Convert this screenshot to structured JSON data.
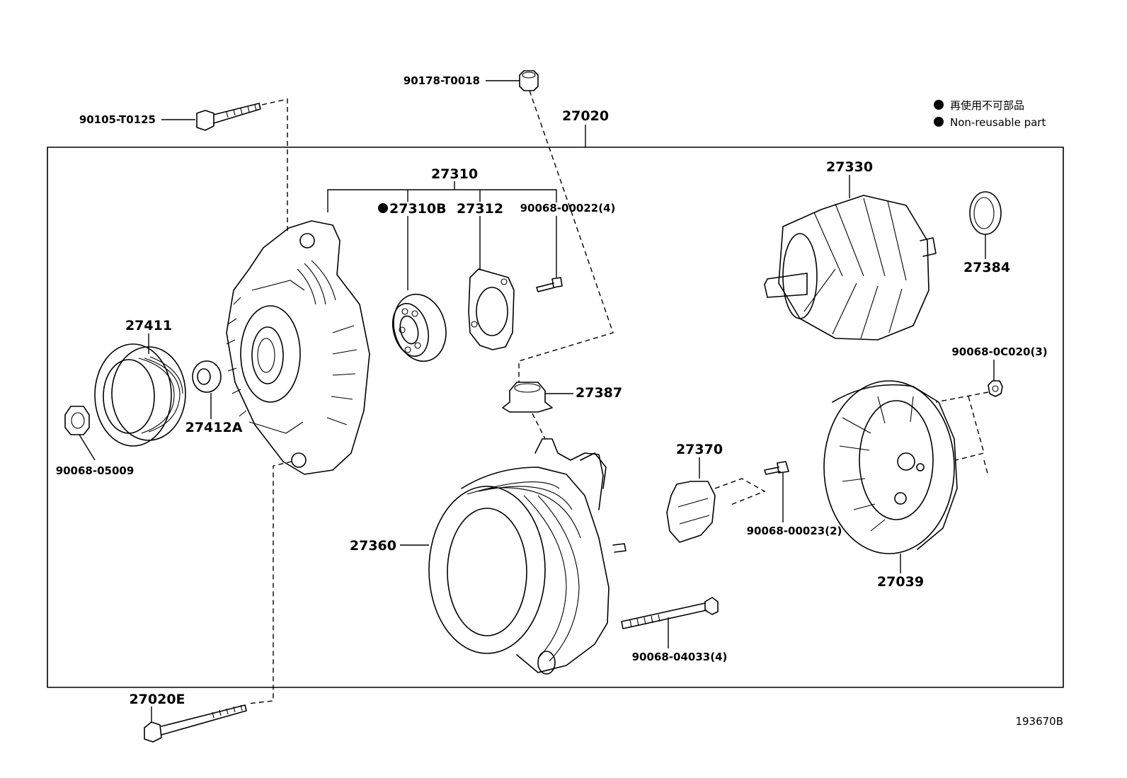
{
  "legend": {
    "symbol": "●",
    "line1": "再使用不可部品",
    "line2": "Non-reusable part"
  },
  "diagram_id": "193670B",
  "labels": {
    "assembly": "27020",
    "frame": "27310",
    "bearing": "27310B",
    "retainer": "27312",
    "screw_4": "90068-00022(4)",
    "rotor": "27330",
    "ring": "27384",
    "pulley": "27411",
    "spacer": "27412A",
    "pulley_nut": "90068-05009",
    "top_nut": "90178-T0018",
    "top_bolt": "90105-T0125",
    "bottom_bolt": "27020E",
    "insulator": "27387",
    "stator": "27360",
    "brush_holder": "27370",
    "screw_2": "90068-00023(2)",
    "rear_cover": "27039",
    "cover_nut": "90068-0C020(3)",
    "through_bolt": "90068-04033(4)"
  },
  "non_reusable_parts": [
    "27310B"
  ]
}
